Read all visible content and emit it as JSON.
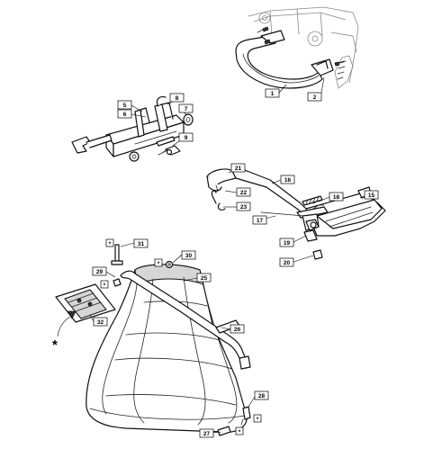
{
  "callouts": {
    "c1": "1",
    "c2": "2",
    "c5": "5",
    "c6": "6",
    "c7": "7",
    "c8": "8",
    "c9": "9",
    "c15": "15",
    "c16": "16",
    "c17": "17",
    "c18": "18",
    "c19": "19",
    "c20": "20",
    "c21": "21",
    "c22": "22",
    "c23": "23",
    "c25": "25",
    "c26": "26",
    "c27": "27",
    "c28": "28",
    "c29": "29",
    "c30": "30",
    "c31": "31",
    "c32": "32"
  },
  "markers": {
    "star": "*",
    "m31": "*",
    "m30": "*",
    "m29": "*",
    "m27": "*",
    "m28": "*"
  }
}
